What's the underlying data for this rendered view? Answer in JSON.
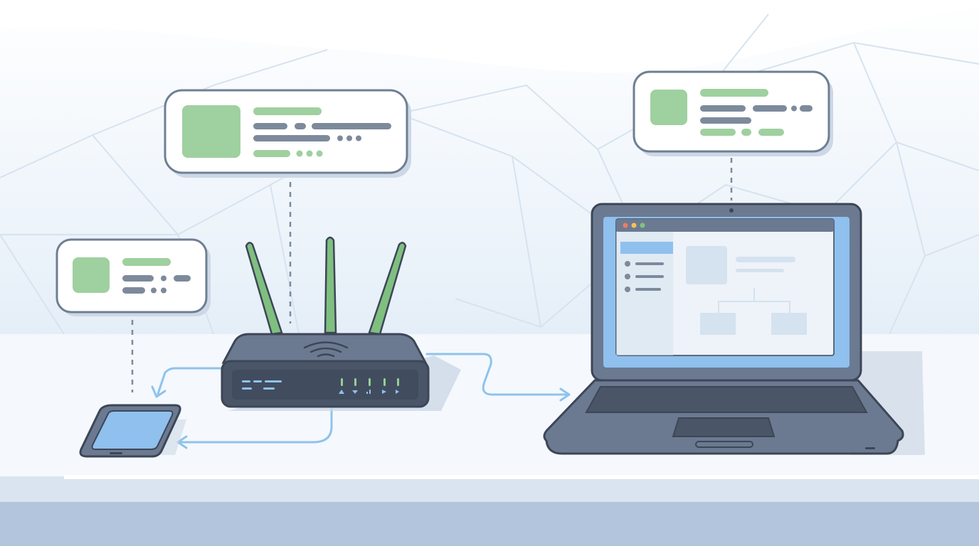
{
  "palette": {
    "sky_top": "#ffffff",
    "sky_bottom": "#e4eef8",
    "mesh_line": "#d6e3f0",
    "ground": "#f5f8fc",
    "floor_band": "#d9e4f0",
    "floor_deep": "#b3c5dd",
    "card_fill": "#ffffff",
    "card_stroke": "#6f7f93",
    "card_shadow": "#cdd8e6",
    "accent_green": "#9fd09f",
    "text_gray": "#7d8a9c",
    "device_dark": "#4a5568",
    "device_mid": "#6b7a91",
    "device_outline": "#3d4657",
    "screen_blue": "#8fc0ee",
    "screen_light": "#eef3f9",
    "screen_panel": "#d5e2ef",
    "link_blue": "#8ec3ec",
    "antenna_green": "#7fbf7f",
    "led_green": "#94d094",
    "led_blue": "#8ec3ec",
    "dots_red": "#ee7b6b",
    "dots_yellow": "#f2c25a",
    "dots_green": "#7fc47f"
  },
  "diagram": {
    "nodes": [
      {
        "id": "smartphone",
        "icon": "smartphone-icon"
      },
      {
        "id": "router",
        "icon": "router-icon",
        "antennas": 3,
        "status_leds": 5
      },
      {
        "id": "laptop",
        "icon": "laptop-icon"
      }
    ],
    "info_cards": [
      {
        "attached_to": "smartphone",
        "icon": "profile-placeholder-icon"
      },
      {
        "attached_to": "router",
        "icon": "profile-placeholder-icon"
      },
      {
        "attached_to": "laptop",
        "icon": "profile-placeholder-icon"
      }
    ],
    "links": [
      {
        "from": "router",
        "to": "smartphone"
      },
      {
        "from": "router",
        "to": "smartphone"
      },
      {
        "from": "router",
        "to": "laptop"
      }
    ]
  }
}
